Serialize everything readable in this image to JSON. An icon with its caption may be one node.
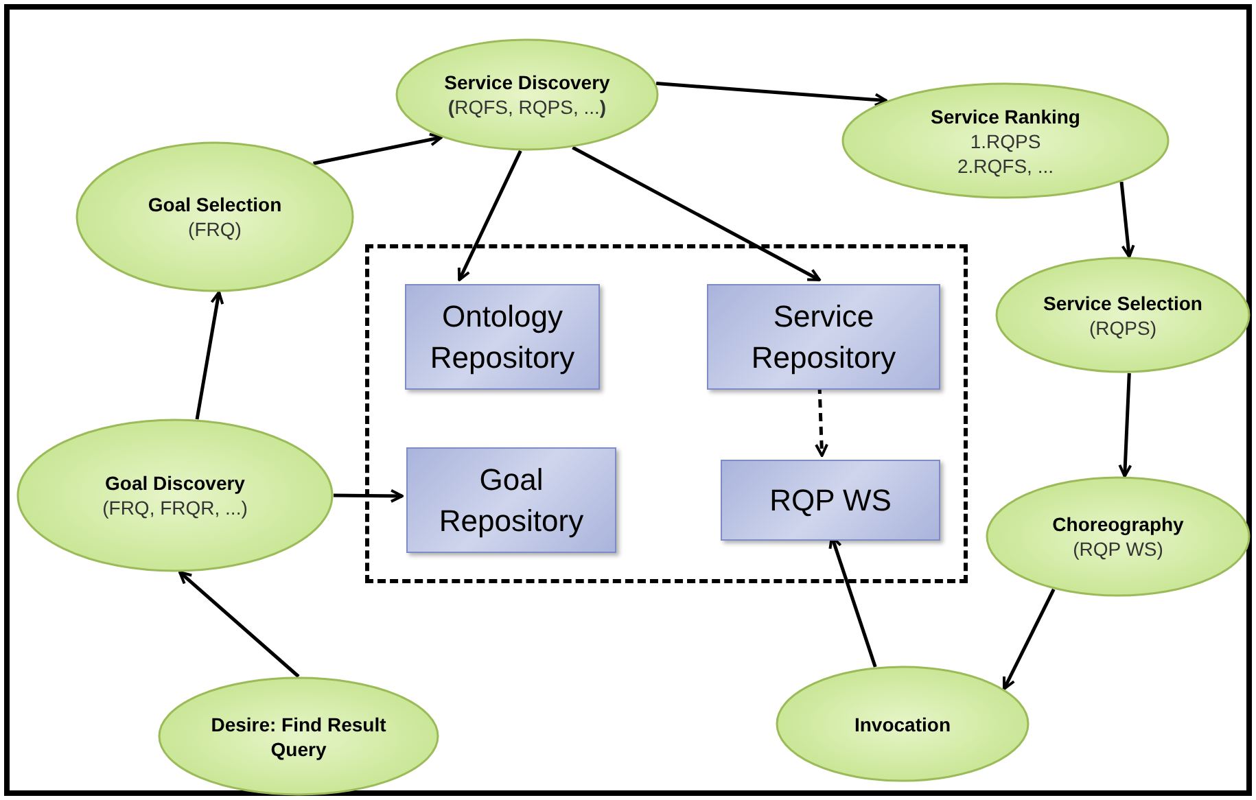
{
  "diagram": {
    "nodes": [
      {
        "text": [
          "Service Discovery",
          "**(**RQFS, RQPS, ...**)**"
        ]
      },
      {
        "text": [
          "Goal Selection",
          "(FRQ)"
        ]
      },
      {
        "text": [
          "Service Ranking",
          "1.RQPS",
          "2.RQFS, ..."
        ]
      },
      {
        "text": [],
        "shape": "box"
      },
      {
        "text": [
          "Ontology Repository"
        ],
        "in": 3
      },
      {
        "text": [
          "Service Repository"
        ],
        "in": 3
      },
      {
        "text": [
          "Goal Repository"
        ],
        "in": 3
      },
      {
        "text": [
          "RQP WS"
        ],
        "in": 3
      },
      {
        "text": [
          "Service Selection",
          "(RQPS)"
        ]
      },
      {
        "text": [
          "Goal Discovery",
          "(FRQ, FRQR, ...)"
        ]
      },
      {
        "text": [
          "Choreography",
          "(RQP WS)"
        ]
      },
      {
        "text": [
          "Desire: Find Result Query"
        ]
      },
      {
        "text": [
          "Invocation"
        ]
      }
    ],
    "edges": [
      {
        "from": 1,
        "to": 0,
        "arrow": "to"
      },
      {
        "from": 0,
        "to": 2,
        "arrow": "to"
      },
      {
        "from": 0,
        "to": 4,
        "arrow": "to"
      },
      {
        "from": 0,
        "to": 5,
        "arrow": "to"
      },
      {
        "from": 2,
        "to": 8,
        "arrow": "to"
      },
      {
        "from": 5,
        "to": 7,
        "arrow": "to",
        "style": "dashed"
      },
      {
        "from": 9,
        "to": 6,
        "arrow": "to"
      },
      {
        "from": 9,
        "to": 1,
        "arrow": "to"
      },
      {
        "from": 8,
        "to": 10,
        "arrow": "to"
      },
      {
        "from": 10,
        "to": 12,
        "arrow": "to"
      },
      {
        "from": 12,
        "to": 7,
        "arrow": "to"
      },
      {
        "from": 11,
        "to": 9,
        "arrow": "to"
      }
    ]
  }
}
